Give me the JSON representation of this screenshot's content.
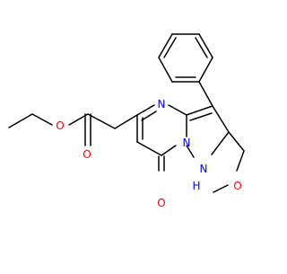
{
  "colors": {
    "bond": "#000000",
    "nitrogen": "#0000ff",
    "oxygen": "#ff0000"
  },
  "atoms": {
    "o_ester": "O",
    "o_carbonyl": "O",
    "n_pyrimidine": "N",
    "n_bridge": "N",
    "nh": "N",
    "h": "H",
    "o_methoxy": "O",
    "o_keto": "O"
  }
}
